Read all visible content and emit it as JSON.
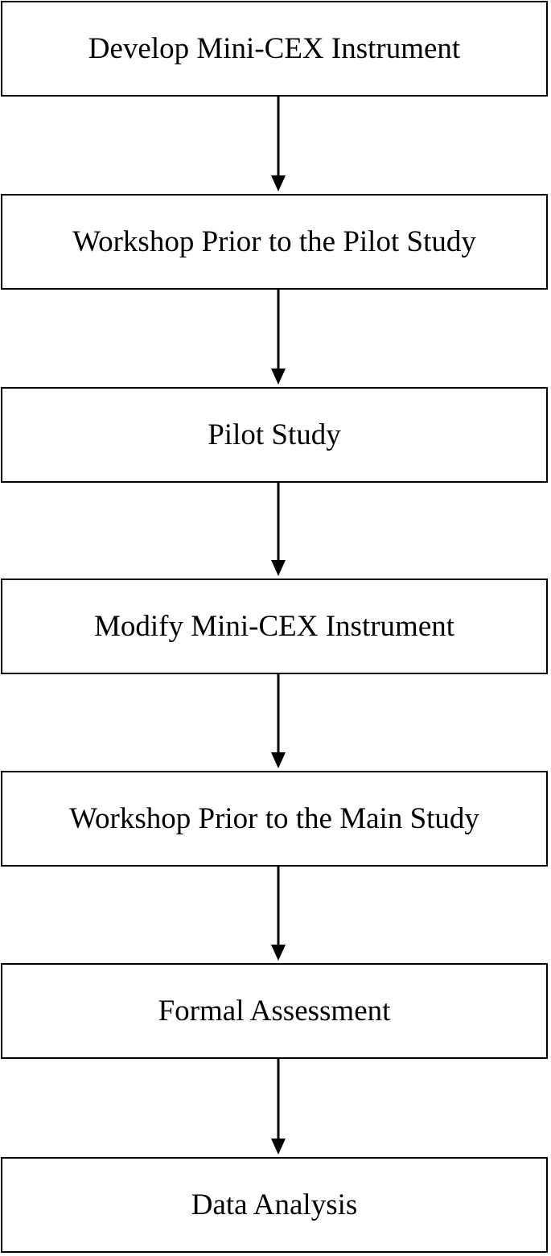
{
  "flowchart": {
    "steps": [
      {
        "label": "Develop Mini-CEX Instrument"
      },
      {
        "label": "Workshop Prior to the Pilot Study"
      },
      {
        "label": "Pilot Study"
      },
      {
        "label": "Modify Mini-CEX Instrument"
      },
      {
        "label": "Workshop Prior to the Main Study"
      },
      {
        "label": "Formal Assessment"
      },
      {
        "label": "Data Analysis"
      }
    ],
    "colors": {
      "stroke": "#000000",
      "background": "#ffffff",
      "text": "#000000"
    }
  }
}
